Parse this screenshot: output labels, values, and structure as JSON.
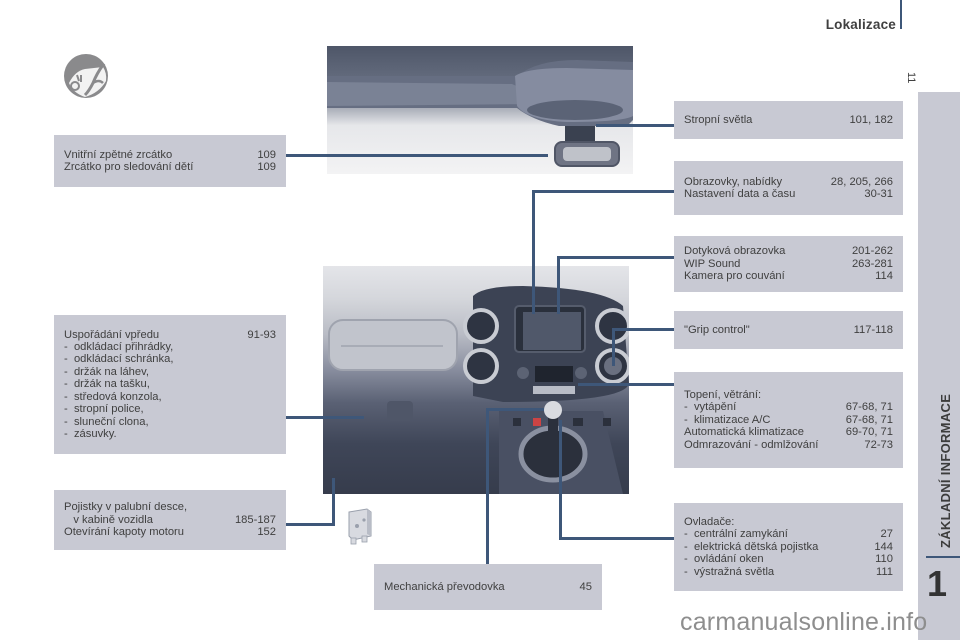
{
  "header": {
    "title": "Lokalizace",
    "page_number": "11"
  },
  "side_tab": {
    "label": "ZÁKLADNÍ INFORMACE",
    "chapter": "1"
  },
  "icons": {
    "logo": "steering-wheel-hands-icon",
    "fuse": "fuse-icon"
  },
  "accent_color": "#3e5779",
  "box_color": "#c8c9d3",
  "boxes": {
    "mirror": {
      "rows": [
        {
          "label": "Vnitřní zpětné zrcátko",
          "ref": "109"
        },
        {
          "label": "Zrcátko pro sledování dětí",
          "ref": "109"
        }
      ]
    },
    "front_layout": {
      "rows": [
        {
          "label": "Uspořádání vpředu",
          "ref": "91-93"
        },
        {
          "label": "-  odkládací přihrádky,",
          "ref": ""
        },
        {
          "label": "-  odkládací schránka,",
          "ref": ""
        },
        {
          "label": "-  držák na láhev,",
          "ref": ""
        },
        {
          "label": "-  držák na tašku,",
          "ref": ""
        },
        {
          "label": "-  středová konzola,",
          "ref": ""
        },
        {
          "label": "-  stropní police,",
          "ref": ""
        },
        {
          "label": "-  sluneční clona,",
          "ref": ""
        },
        {
          "label": "-  zásuvky.",
          "ref": ""
        }
      ]
    },
    "fuses": {
      "rows": [
        {
          "label": "Pojistky v palubní desce,",
          "ref": ""
        },
        {
          "label": "   v kabině vozidla",
          "ref": "185-187"
        },
        {
          "label": "Otevírání kapoty motoru",
          "ref": "152"
        }
      ]
    },
    "ceiling_lights": {
      "rows": [
        {
          "label": "Stropní světla",
          "ref": "101, 182"
        }
      ]
    },
    "screens": {
      "rows": [
        {
          "label": "Obrazovky, nabídky",
          "ref": "28, 205, 266"
        },
        {
          "label": "Nastavení data a času",
          "ref": "30-31"
        }
      ]
    },
    "touchscreen": {
      "rows": [
        {
          "label": "Dotyková obrazovka",
          "ref": "201-262"
        },
        {
          "label": "WIP Sound",
          "ref": "263-281"
        },
        {
          "label": "Kamera pro couvání",
          "ref": "114"
        }
      ]
    },
    "grip_control": {
      "rows": [
        {
          "label": "\"Grip control\"",
          "ref": "117-118"
        }
      ]
    },
    "heating": {
      "rows": [
        {
          "label": "Topení, větrání:",
          "ref": ""
        },
        {
          "label": "-  vytápění",
          "ref": "67-68, 71"
        },
        {
          "label": "-  klimatizace A/C",
          "ref": "67-68, 71"
        },
        {
          "label": "Automatická klimatizace",
          "ref": "69-70, 71"
        },
        {
          "label": "Odmrazování - odmlžování",
          "ref": "72-73"
        }
      ]
    },
    "controls": {
      "rows": [
        {
          "label": "Ovladače:",
          "ref": ""
        },
        {
          "label": "-  centrální zamykání",
          "ref": "27"
        },
        {
          "label": "-  elektrická dětská pojistka",
          "ref": "144"
        },
        {
          "label": "-  ovládání oken",
          "ref": "110"
        },
        {
          "label": "-  výstražná světla",
          "ref": "111"
        }
      ]
    },
    "gearbox": {
      "rows": [
        {
          "label": "Mechanická převodovka",
          "ref": "45"
        }
      ]
    }
  },
  "watermark": "carmanualsonline.info"
}
